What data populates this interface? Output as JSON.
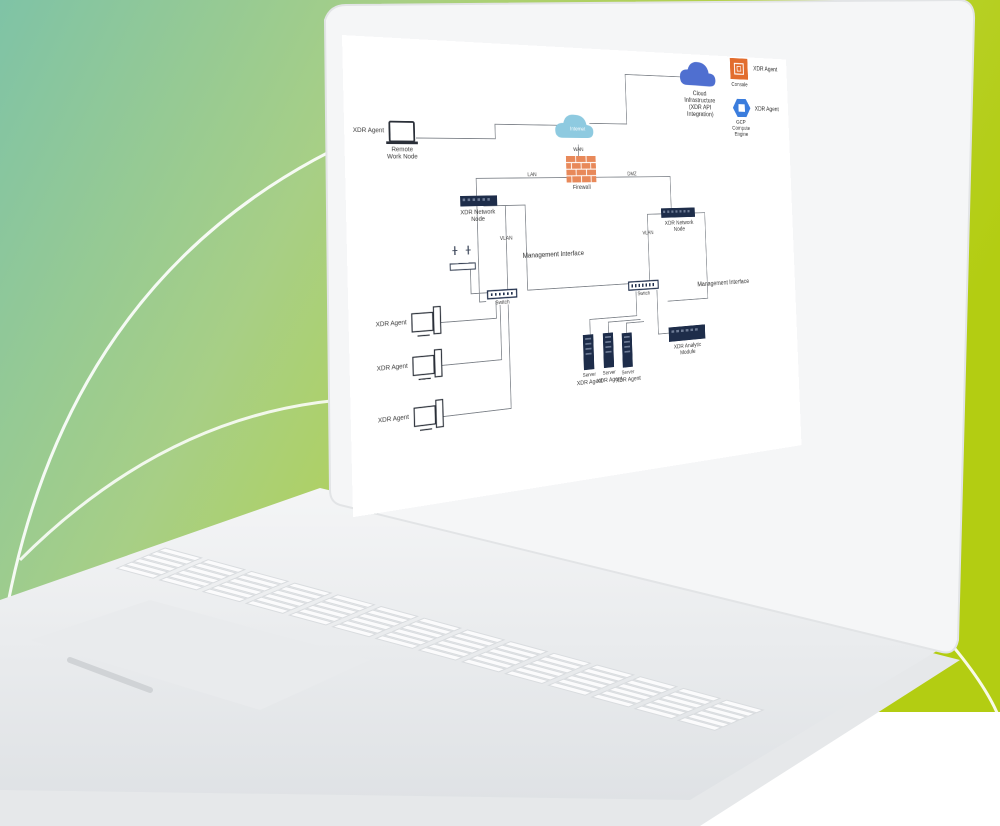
{
  "diagram": {
    "legend": [
      {
        "id": "agent",
        "label": "XDR Agent",
        "caption": "Console",
        "color": "#e26d2e",
        "icon": "console-icon"
      },
      {
        "id": "gcp",
        "label": "XDR Agent",
        "caption": "GCP Compute Engine",
        "color": "#3b7ddd",
        "icon": "compute-engine-icon"
      }
    ],
    "cloud": {
      "label": "Cloud Infrastructure (XDR API Integration)",
      "color": "#4f6fd0"
    },
    "internet": {
      "label": "Internet",
      "sublabel": "WAN",
      "color": "#8ecae0"
    },
    "firewall": {
      "label": "Firewall",
      "color": "#e8895a"
    },
    "remote_pc": {
      "label": "Remote Work Node",
      "side_label": "XDR Agent"
    },
    "network_nodes": [
      {
        "id": "n1",
        "label": "XDR Network Node"
      },
      {
        "id": "n2",
        "label": "XDR Network Node"
      }
    ],
    "link_labels": {
      "lan1": "LAN",
      "lan2": "DMZ",
      "vlan1": "VLAN",
      "vlan2": "VLAN"
    },
    "interfaces": [
      {
        "id": "if1",
        "label": "Management Interface"
      },
      {
        "id": "if2",
        "label": "Management Interface"
      }
    ],
    "switches": [
      {
        "id": "sw1",
        "label": "Switch"
      },
      {
        "id": "sw2",
        "label": "Switch"
      }
    ],
    "workstations": [
      {
        "id": "w1",
        "label": "XDR Agent"
      },
      {
        "id": "w2",
        "label": "XDR Agent"
      },
      {
        "id": "w3",
        "label": "XDR Agent"
      }
    ],
    "servers": [
      {
        "id": "s1",
        "caption": "Server",
        "label": "XDR Agent"
      },
      {
        "id": "s2",
        "caption": "Server",
        "label": "XDR Agent"
      },
      {
        "id": "s3",
        "caption": "Server",
        "label": "XDR Agent"
      }
    ],
    "analytics": {
      "label": "XDR Analytic Module"
    },
    "access_point": {
      "label": ""
    },
    "colors": {
      "green_bg_start": "#88c8a0",
      "green_bg_end": "#b7d21c",
      "device_dark": "#1e2d4a",
      "laptop_body": "#eef0f2"
    }
  }
}
